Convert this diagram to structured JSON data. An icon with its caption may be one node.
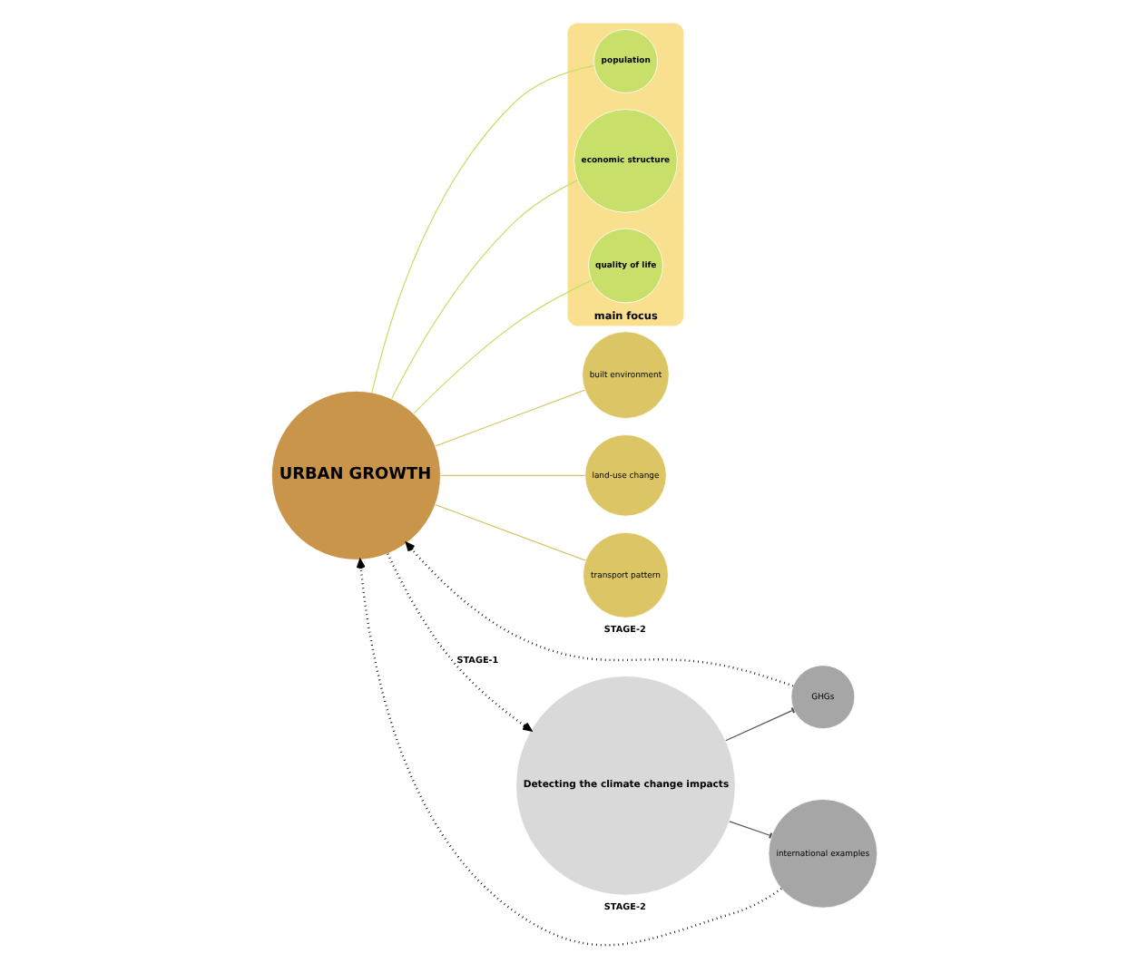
{
  "diagram": {
    "nodes": [
      {
        "text": [
          "main focus"
        ]
      },
      {
        "text": [
          "built environment"
        ]
      },
      {
        "text": [
          "land-use change"
        ]
      },
      {
        "text": [
          "transport pattern"
        ]
      },
      {
        "text": [
          "URBAN GROWTH"
        ]
      },
      {
        "text": [
          "population"
        ],
        "in": 0
      },
      {
        "text": [
          "economic structure"
        ],
        "in": 0
      },
      {
        "text": [
          "quality of life"
        ],
        "in": 0
      },
      {
        "text": [
          "GHGs"
        ]
      },
      {
        "text": [
          "Detecting the climate change impacts"
        ]
      },
      {
        "text": [
          "international examples"
        ]
      }
    ],
    "edges": [
      {
        "from": 4,
        "to": 1,
        "arrow": "none",
        "color": "#d8c76a"
      },
      {
        "from": 4,
        "to": 2,
        "arrow": "none",
        "color": "#d8c76a"
      },
      {
        "from": 4,
        "to": 3,
        "arrow": "none",
        "color": "#d8c76a"
      },
      {
        "from": 4,
        "to": 5,
        "arrow": "none",
        "color": "#c5df6a"
      },
      {
        "from": 4,
        "to": 6,
        "arrow": "none",
        "color": "#c5df6a"
      },
      {
        "from": 4,
        "to": 7,
        "arrow": "none",
        "color": "#c5df6a"
      },
      {
        "from": 8,
        "to": 4,
        "arrow": "to",
        "style": "dashed",
        "label": "STAGE-2",
        "color": "#000000"
      },
      {
        "from": 4,
        "to": 9,
        "arrow": "to",
        "style": "dashed",
        "label": "STAGE-1",
        "color": "#000000"
      },
      {
        "from": 10,
        "to": 4,
        "arrow": "to",
        "style": "dashed",
        "label": "STAGE-2",
        "color": "#000000"
      },
      {
        "from": 9,
        "to": 8,
        "arrow": "other",
        "color": "#555555"
      },
      {
        "from": 9,
        "to": 10,
        "arrow": "other",
        "color": "#555555"
      }
    ]
  }
}
